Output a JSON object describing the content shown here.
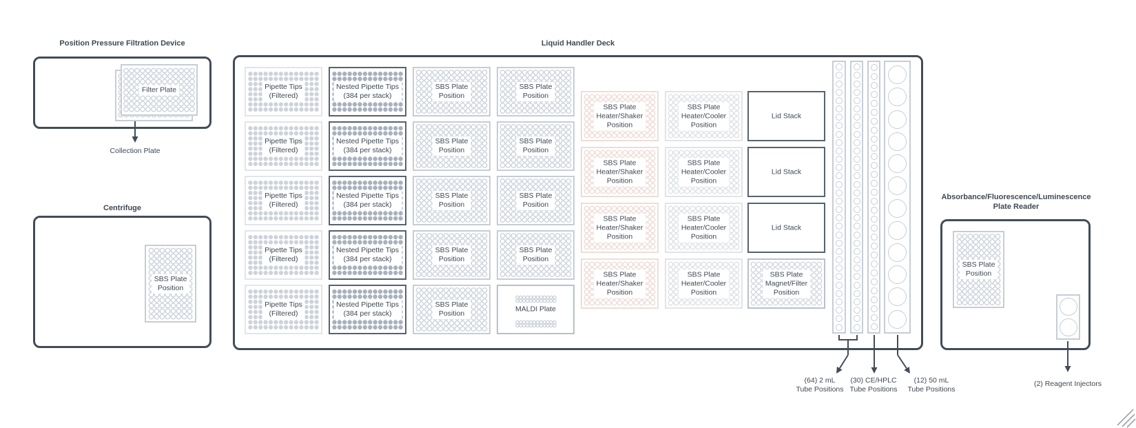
{
  "colors": {
    "outline_dark": "#414c57",
    "text": "#3e4954",
    "plate_border_light": "#c5cdd6",
    "tip_dot_fill": "#cdd3da",
    "nested_dot_fill": "#a8b2be",
    "nested_border": "#56626f",
    "heater_shaker_tint": "#ecd6cf",
    "heater_cooler_tint": "#d9dde2",
    "resize_handle": "#9aa5b0"
  },
  "filtration_device": {
    "title": "Position Pressure Filtration Device",
    "filter_plate_label": [
      "Filter Plate"
    ],
    "collection_label": "Collection Plate"
  },
  "centrifuge": {
    "title": "Centrifuge",
    "plate_label": [
      "SBS Plate",
      "Position"
    ]
  },
  "deck": {
    "title": "Liquid Handler Deck",
    "positions": {
      "pipette_tips": {
        "label": [
          "Pipette Tips",
          "(Filtered)"
        ],
        "count": 5
      },
      "nested_tips": {
        "label": [
          "Nested Pipette Tips",
          "(384 per stack)"
        ],
        "count": 5
      },
      "sbs_col_a": {
        "label": [
          "SBS Plate",
          "Position"
        ],
        "count": 5
      },
      "sbs_col_b": {
        "label": [
          "SBS Plate",
          "Position"
        ],
        "count": 4
      },
      "maldi": {
        "label": [
          "MALDI Plate"
        ],
        "count": 1
      },
      "heater_shaker": {
        "label": [
          "SBS Plate",
          "Heater/Shaker",
          "Position"
        ],
        "count": 4
      },
      "heater_cooler": {
        "label": [
          "SBS Plate",
          "Heater/Cooler",
          "Position"
        ],
        "count": 4
      },
      "lid_stack": {
        "label": [
          "Lid Stack"
        ],
        "count": 3
      },
      "magnet_filter": {
        "label": [
          "SBS Plate",
          "Magnet/Filter",
          "Position"
        ],
        "count": 1
      }
    },
    "tube_strips": [
      {
        "name": "two-ml-a",
        "tubes": 32,
        "size": "small"
      },
      {
        "name": "two-ml-b",
        "tubes": 32,
        "size": "small"
      },
      {
        "name": "ce-hplc",
        "tubes": 30,
        "size": "small"
      },
      {
        "name": "fifty-ml",
        "tubes": 12,
        "size": "large"
      }
    ],
    "callouts": [
      {
        "lines": [
          "(64) 2 mL",
          "Tube Positions"
        ]
      },
      {
        "lines": [
          "(30) CE/HPLC",
          "Tube Positions"
        ]
      },
      {
        "lines": [
          "(12) 50 mL",
          "Tube Positions"
        ]
      }
    ]
  },
  "plate_reader": {
    "title": [
      "Absorbance/Fluorescence/Luminescence",
      "Plate Reader"
    ],
    "plate_label": [
      "SBS Plate",
      "Position"
    ],
    "injector_callout": "(2) Reagent Injectors"
  }
}
